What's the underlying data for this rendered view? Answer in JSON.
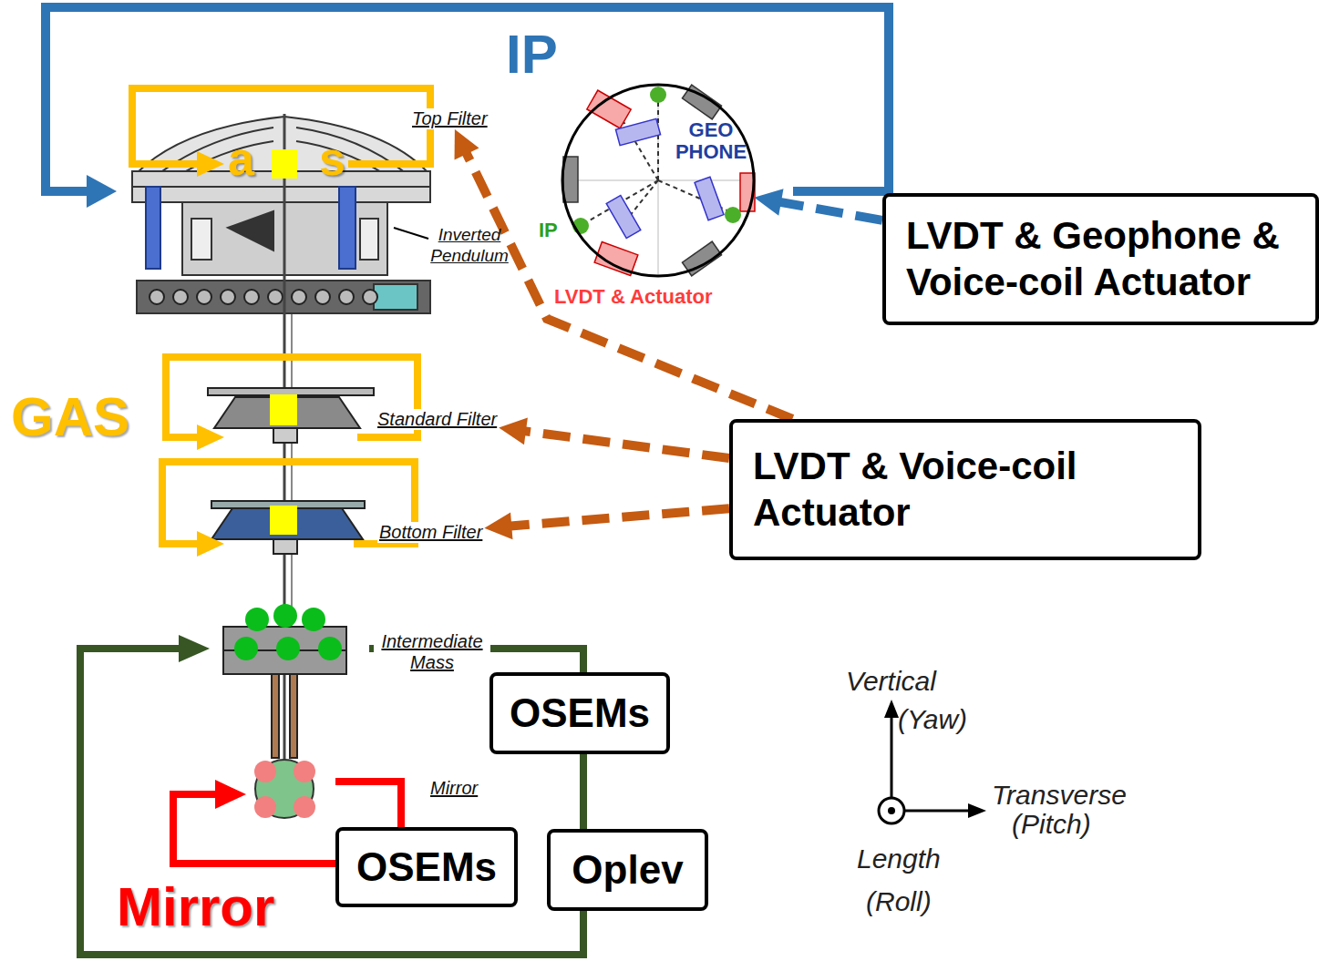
{
  "diagram": {
    "nodes": [
      {
        "text": [
          "Top Filter"
        ]
      },
      {
        "text": [
          "GEO PHONE",
          "IP",
          "LVDT & Actuator"
        ]
      },
      {
        "text": [
          "LVDT & Geophone & Voice-coil Actuator"
        ]
      },
      {
        "text": [
          "Standard Filter"
        ]
      },
      {
        "text": [
          "LVDT & Voice-coil Actuator"
        ]
      },
      {
        "text": [
          "Bottom Filter"
        ]
      },
      {
        "text": [
          "Intermediate Mass"
        ]
      },
      {
        "text": [
          "OSEMs"
        ]
      },
      {
        "text": [
          "Mirror"
        ]
      },
      {
        "text": [
          "OSEMs"
        ]
      },
      {
        "text": [
          "Oplev"
        ]
      }
    ],
    "edges": [
      {
        "from": 2,
        "to": 1,
        "arrow": "to"
      },
      {
        "from": 4,
        "to": 0,
        "arrow": "to"
      },
      {
        "from": 4,
        "to": 3,
        "arrow": "to"
      },
      {
        "from": 4,
        "to": 5,
        "arrow": "to"
      }
    ],
    "labels": [
      "IP",
      "a",
      "s",
      "GAS",
      "Inverted Pendulum",
      "Mirror",
      "Vertical",
      "(Yaw)",
      "Transverse",
      "(Pitch)",
      "Length",
      "(Roll)"
    ]
  }
}
